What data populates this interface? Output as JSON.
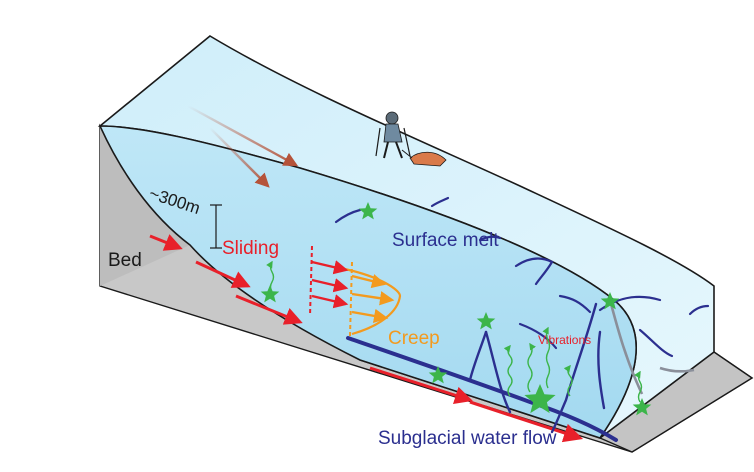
{
  "labels": {
    "thickness": "~300m",
    "bed": "Bed",
    "sliding": "Sliding",
    "creep": "Creep",
    "surface_melt": "Surface melt",
    "vibrations": "Vibrations",
    "subglacial": "Subglacial water flow"
  },
  "colors": {
    "ice_light": "#d7f1fb",
    "ice_mid": "#a8dcf2",
    "ice_edge": "#1a1a1a",
    "bed": "#c8c8c8",
    "sliding_red": "#e8202a",
    "creep_orange": "#f39a1e",
    "melt_blue": "#2b2f8f",
    "quake_green": "#3cb54a",
    "ice_flow_brown": "#b5533a"
  },
  "icons": [
    "climber-icon",
    "sled-icon",
    "star-icon",
    "wave-arrow-icon"
  ]
}
